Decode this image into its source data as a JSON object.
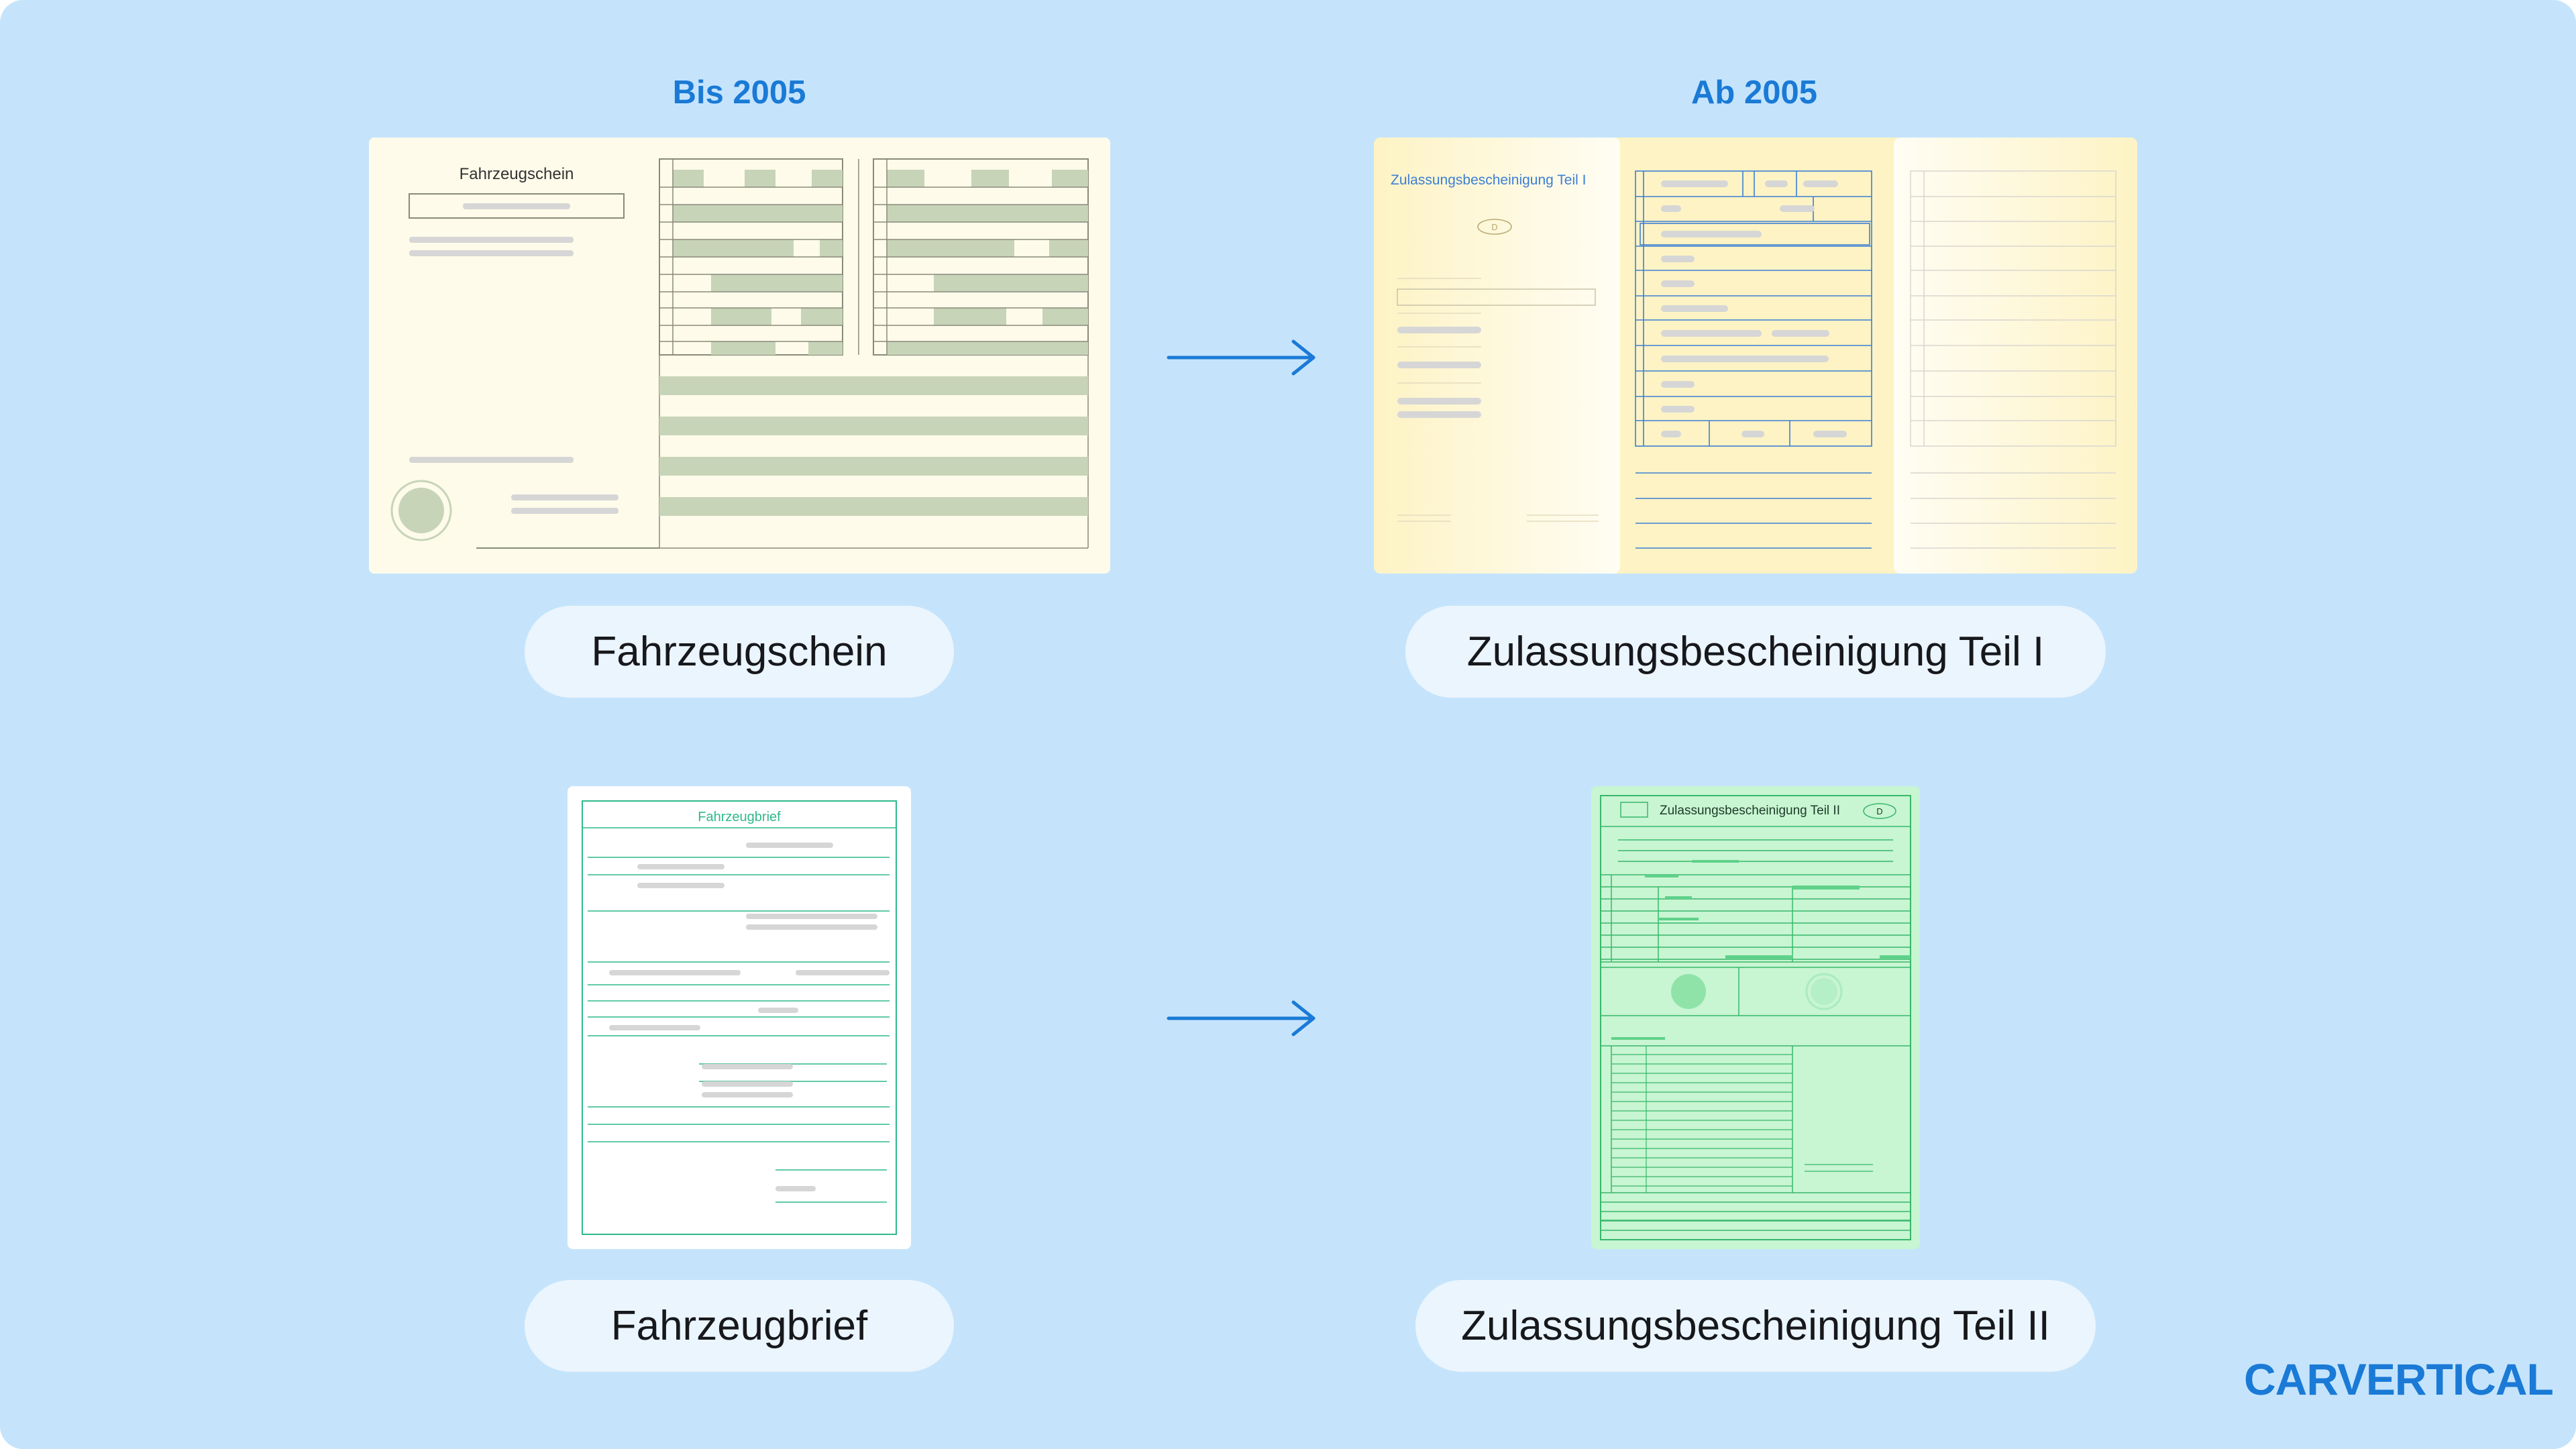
{
  "headings": {
    "before": "Bis 2005",
    "after": "Ab 2005"
  },
  "documents": {
    "fahrzeugschein": {
      "label": "Fahrzeugschein",
      "doc_title": "Fahrzeugschein"
    },
    "zb1": {
      "label": "Zulassungsbescheinigung Teil I",
      "doc_title": "Zulassungsbescheinigung Teil I",
      "country_mark": "D"
    },
    "fahrzeugbrief": {
      "label": "Fahrzeugbrief",
      "doc_title": "Fahrzeugbrief"
    },
    "zb2": {
      "label": "Zulassungsbescheinigung Teil II",
      "doc_title": "Zulassungsbescheinigung Teil II",
      "country_mark": "D"
    }
  },
  "brand": {
    "name": "CARVERTICAL"
  },
  "colors": {
    "background": "#c5e4fc",
    "accent": "#1a7ad6",
    "pill": "#ebf5fd",
    "schein_paper": "#fefbea",
    "schein_fill": "#c7d4b8",
    "zb1_line": "#3c7fd4",
    "brief_green": "#2fb98a",
    "zb2_paper": "#c8f5d2",
    "zb2_line": "#37b86a"
  },
  "icons": {
    "transition": "arrow-right-icon"
  }
}
